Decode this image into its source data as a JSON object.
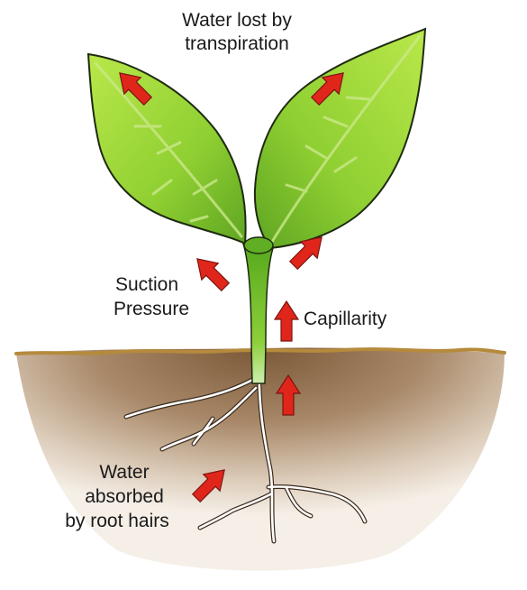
{
  "labels": {
    "transpiration_line1": "Water lost by",
    "transpiration_line2": "transpiration",
    "suction_line1": "Suction",
    "suction_line2": "Pressure",
    "capillarity": "Capillarity",
    "absorbed_line1": "Water",
    "absorbed_line2": "absorbed",
    "absorbed_line3": "by root hairs"
  },
  "colors": {
    "leaf_light": "#a8dc3a",
    "leaf_dark": "#5da91f",
    "leaf_outline": "#1e2a10",
    "soil_top": "#7a5838",
    "soil_bottom": "#f3ede5",
    "ground_line": "#b58a3c",
    "arrow": "#e0261b",
    "root": "#ffffff"
  }
}
